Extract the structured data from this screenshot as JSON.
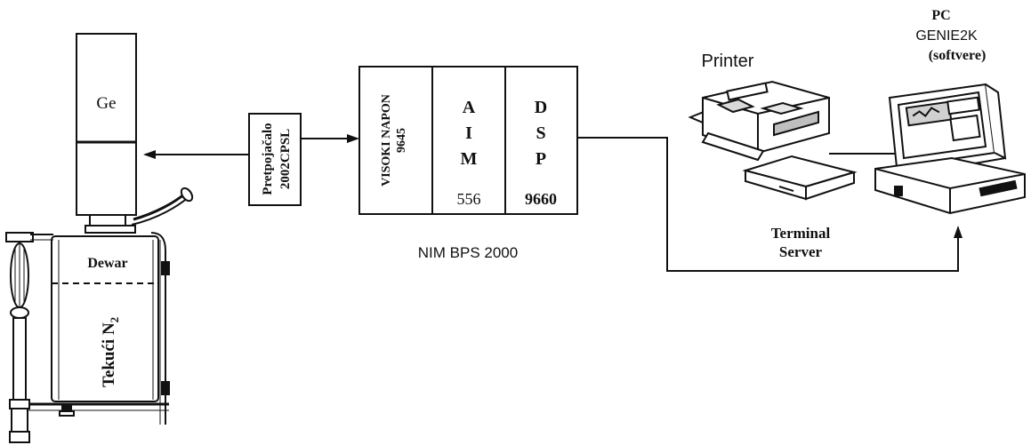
{
  "detector": {
    "crystal_label": "Ge",
    "dewar_label": "Dewar",
    "liquid_label_main": "Tekući N",
    "liquid_label_sub": "2"
  },
  "preamp": {
    "line1": "Pretpojačalo",
    "line2": "2002CPSL"
  },
  "nim": {
    "hv_line1": "VISOKI NAPON",
    "hv_line2": "9645",
    "aim_letters": [
      "A",
      "I",
      "M"
    ],
    "aim_number": "556",
    "dsp_letters": [
      "D",
      "S",
      "P"
    ],
    "dsp_number": "9660",
    "caption": "NIM BPS 2000"
  },
  "printer": {
    "label": "Printer"
  },
  "pc": {
    "line1": "PC",
    "line2": "GENIE2K",
    "line3": "(softvere)"
  },
  "terminal_server": {
    "line1": "Terminal",
    "line2": "Server"
  }
}
